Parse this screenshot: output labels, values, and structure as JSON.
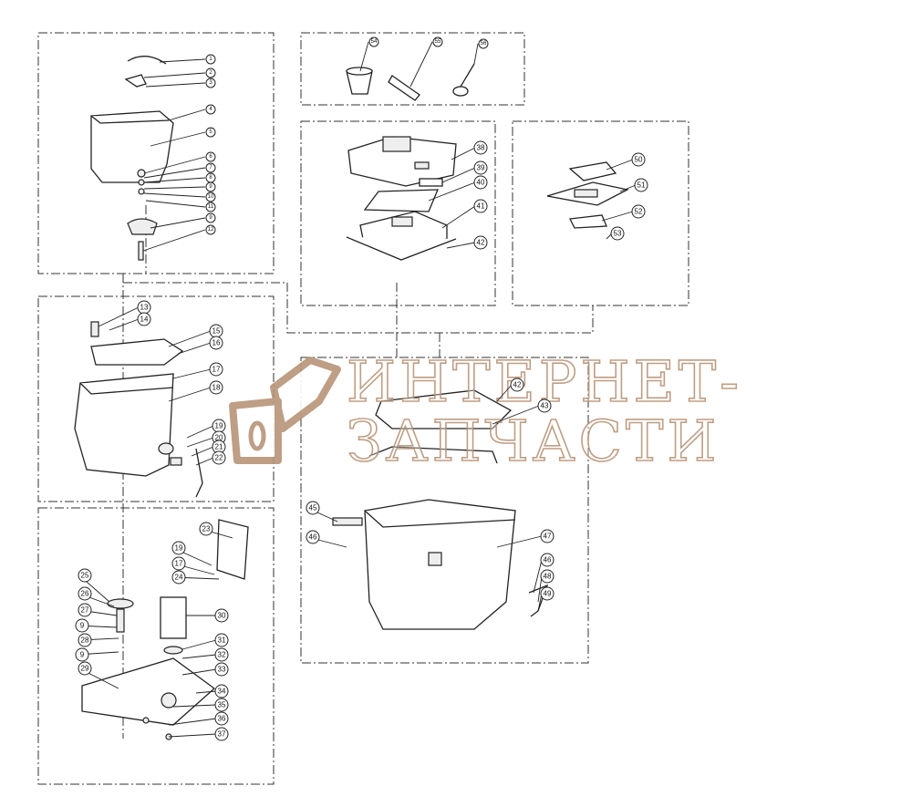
{
  "diagram": {
    "type": "exploded-parts-diagram",
    "groups": [
      {
        "id": "bread-pan",
        "labels": [
          "1",
          "2",
          "3",
          "4",
          "5",
          "6",
          "7",
          "8",
          "9",
          "10",
          "11",
          "9",
          "12"
        ]
      },
      {
        "id": "accessories",
        "labels": [
          "54",
          "55",
          "56"
        ]
      },
      {
        "id": "lid",
        "labels": [
          "38",
          "39",
          "40",
          "41",
          "42"
        ]
      },
      {
        "id": "control-panel",
        "labels": [
          "50",
          "51",
          "52",
          "53"
        ]
      },
      {
        "id": "baking-chamber",
        "labels": [
          "13",
          "14",
          "15",
          "16",
          "17",
          "18",
          "19",
          "20",
          "21",
          "22"
        ]
      },
      {
        "id": "base-motor",
        "labels": [
          "23",
          "19",
          "17",
          "24",
          "25",
          "26",
          "27",
          "9",
          "28",
          "9",
          "29",
          "30",
          "31",
          "32",
          "33",
          "34",
          "35",
          "36",
          "37"
        ]
      },
      {
        "id": "housing",
        "labels": [
          "42",
          "43",
          "45",
          "46",
          "47",
          "46",
          "48",
          "49"
        ]
      }
    ]
  },
  "watermark": {
    "line1": "ИНТЕРНЕТ-",
    "line2": "ЗАПЧАСТИ",
    "color": "#b89478"
  }
}
